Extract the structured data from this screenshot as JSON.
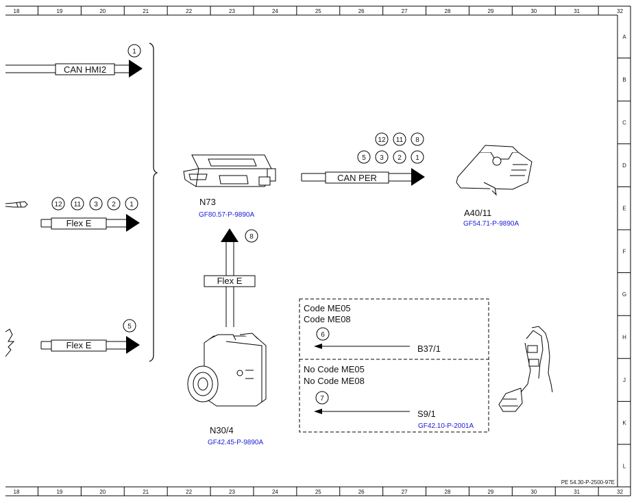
{
  "border": {
    "columns": [
      "18",
      "19",
      "20",
      "21",
      "22",
      "23",
      "24",
      "25",
      "26",
      "27",
      "28",
      "29",
      "30",
      "31",
      "32"
    ],
    "rows": [
      "A",
      "B",
      "C",
      "D",
      "E",
      "F",
      "G",
      "H",
      "J",
      "K",
      "L"
    ]
  },
  "buses": {
    "can_hmi2": {
      "label": "CAN HMI2",
      "bubbles": [
        "1"
      ]
    },
    "flex_e_left": {
      "label": "Flex E",
      "bubbles": [
        "12",
        "11",
        "3",
        "2",
        "1"
      ]
    },
    "flex_e_lower": {
      "label": "Flex E",
      "bubbles": [
        "5"
      ]
    },
    "flex_e_vertical": {
      "label": "Flex E",
      "bubbles": [
        "8"
      ]
    },
    "can_per": {
      "label": "CAN PER",
      "bubbles_top": [
        "12",
        "11",
        "8"
      ],
      "bubbles_bottom": [
        "5",
        "3",
        "2",
        "1"
      ]
    }
  },
  "components": {
    "n73": {
      "name": "N73",
      "ref": "GF80.57-P-9890A"
    },
    "a40_11": {
      "name": "A40/11",
      "ref": "GF54.71-P-9890A"
    },
    "n30_4": {
      "name": "N30/4",
      "ref": "GF42.45-P-9890A"
    },
    "b37_1": {
      "name": "B37/1"
    },
    "s9_1": {
      "name": "S9/1",
      "ref": "GF42.10-P-2001A"
    }
  },
  "codes": {
    "upper": {
      "lines": [
        "Code ME05",
        "Code ME08"
      ],
      "bubble": "6"
    },
    "lower": {
      "lines": [
        "No Code ME05",
        "No Code ME08"
      ],
      "bubble": "7"
    }
  },
  "footer": {
    "doc_id": "PE 54.30-P-2500-97E"
  }
}
